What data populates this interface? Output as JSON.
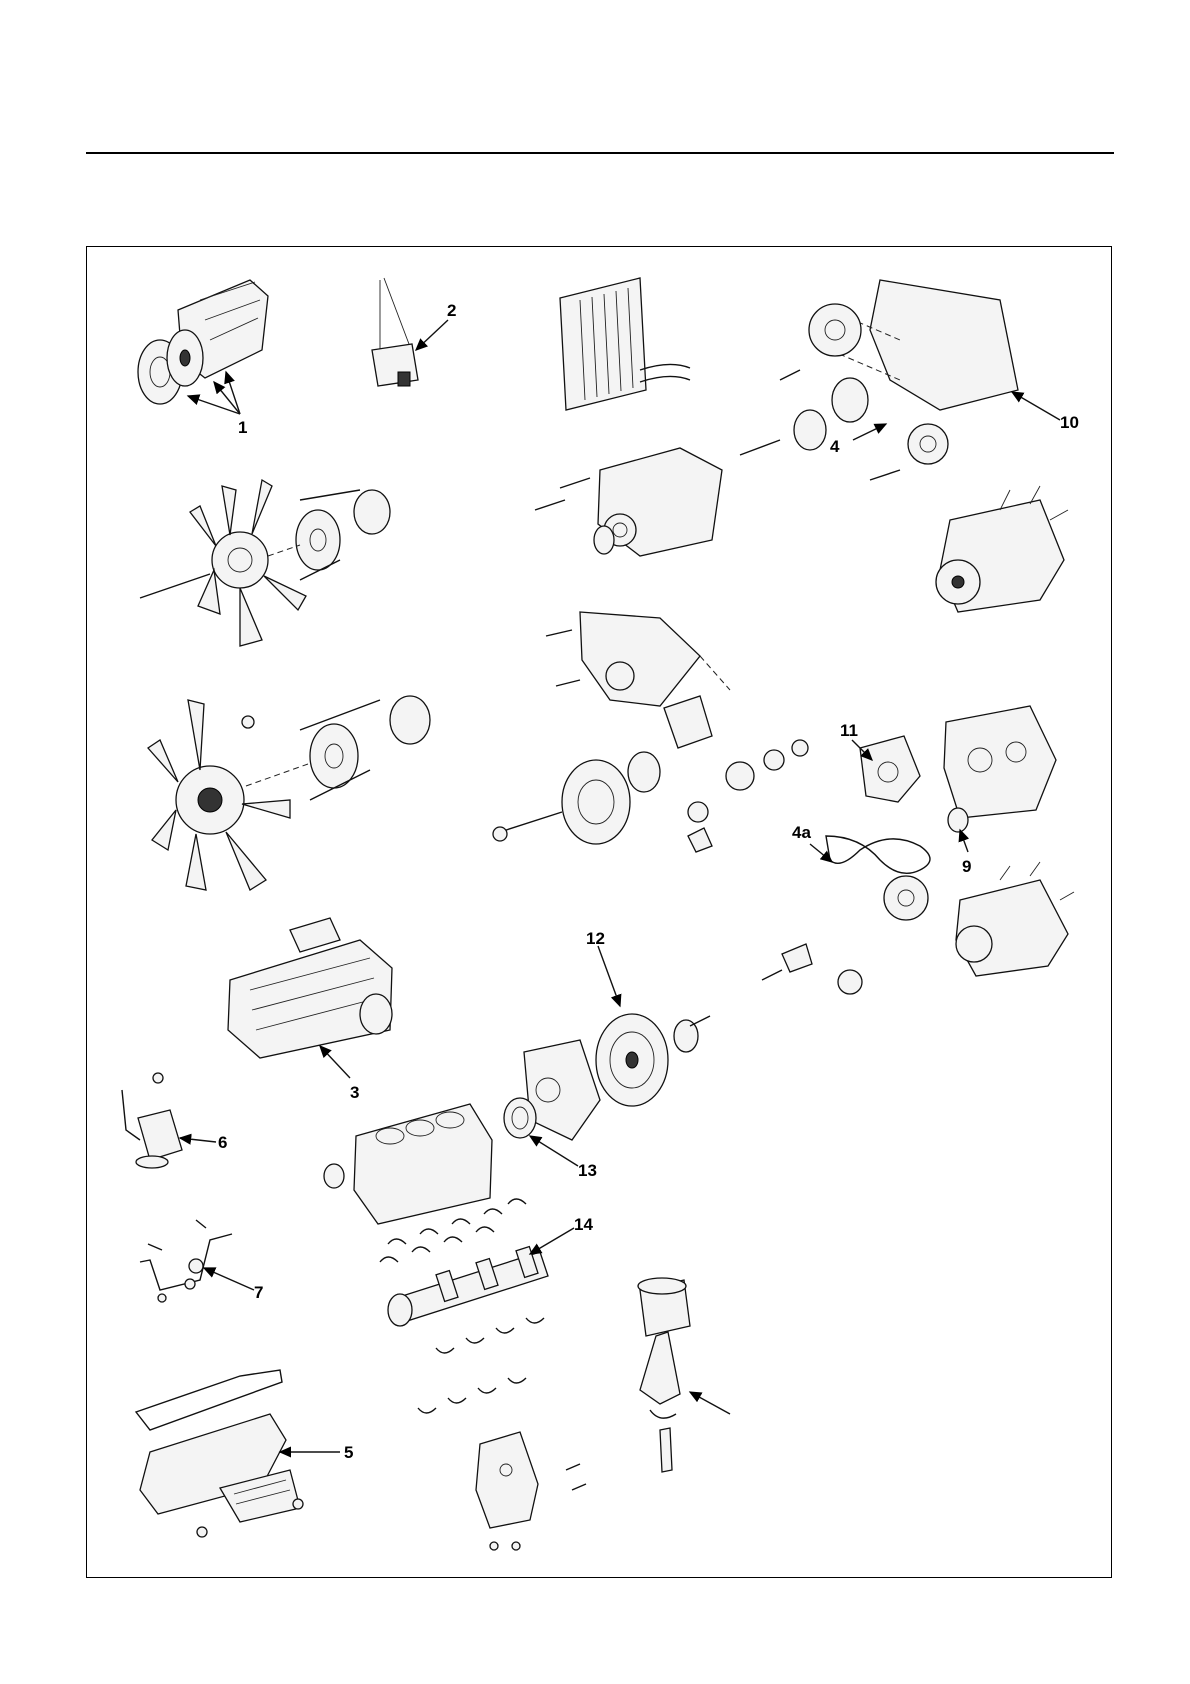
{
  "figure": {
    "callouts": [
      {
        "id": "c1",
        "label": "1"
      },
      {
        "id": "c2",
        "label": "2"
      },
      {
        "id": "c3",
        "label": "3"
      },
      {
        "id": "c4",
        "label": "4"
      },
      {
        "id": "c4a",
        "label": "4a"
      },
      {
        "id": "c5",
        "label": "5"
      },
      {
        "id": "c6",
        "label": "6"
      },
      {
        "id": "c7",
        "label": "7"
      },
      {
        "id": "c9",
        "label": "9"
      },
      {
        "id": "c10",
        "label": "10"
      },
      {
        "id": "c11",
        "label": "11"
      },
      {
        "id": "c12",
        "label": "12"
      },
      {
        "id": "c13",
        "label": "13"
      },
      {
        "id": "c14",
        "label": "14"
      }
    ]
  }
}
